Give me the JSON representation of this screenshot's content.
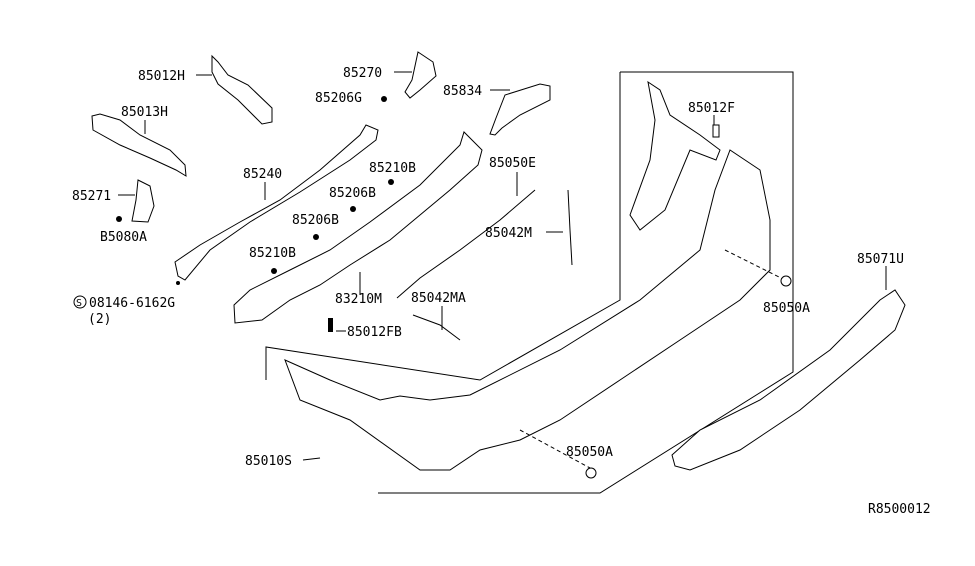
{
  "diagram_id": "R8500012",
  "labels": {
    "p85012H": "85012H",
    "p85013H": "85013H",
    "p85271": "85271",
    "pB5080A": "B5080A",
    "pScrew": "08146-6162G",
    "pScrewQty": "(2)",
    "pScrewMark": "S",
    "p85240": "85240",
    "p85270": "85270",
    "p85206G": "85206G",
    "p85834": "85834",
    "p85210B_1": "85210B",
    "p85206B_1": "85206B",
    "p85206B_2": "85206B",
    "p85210B_2": "85210B",
    "p85050E": "85050E",
    "p85042M": "85042M",
    "p83210M": "83210M",
    "p85042MA": "85042MA",
    "p85012FB": "85012FB",
    "p85012F": "85012F",
    "p85050A_1": "85050A",
    "p85071U": "85071U",
    "p85010S": "85010S",
    "p85050A_2": "85050A"
  }
}
